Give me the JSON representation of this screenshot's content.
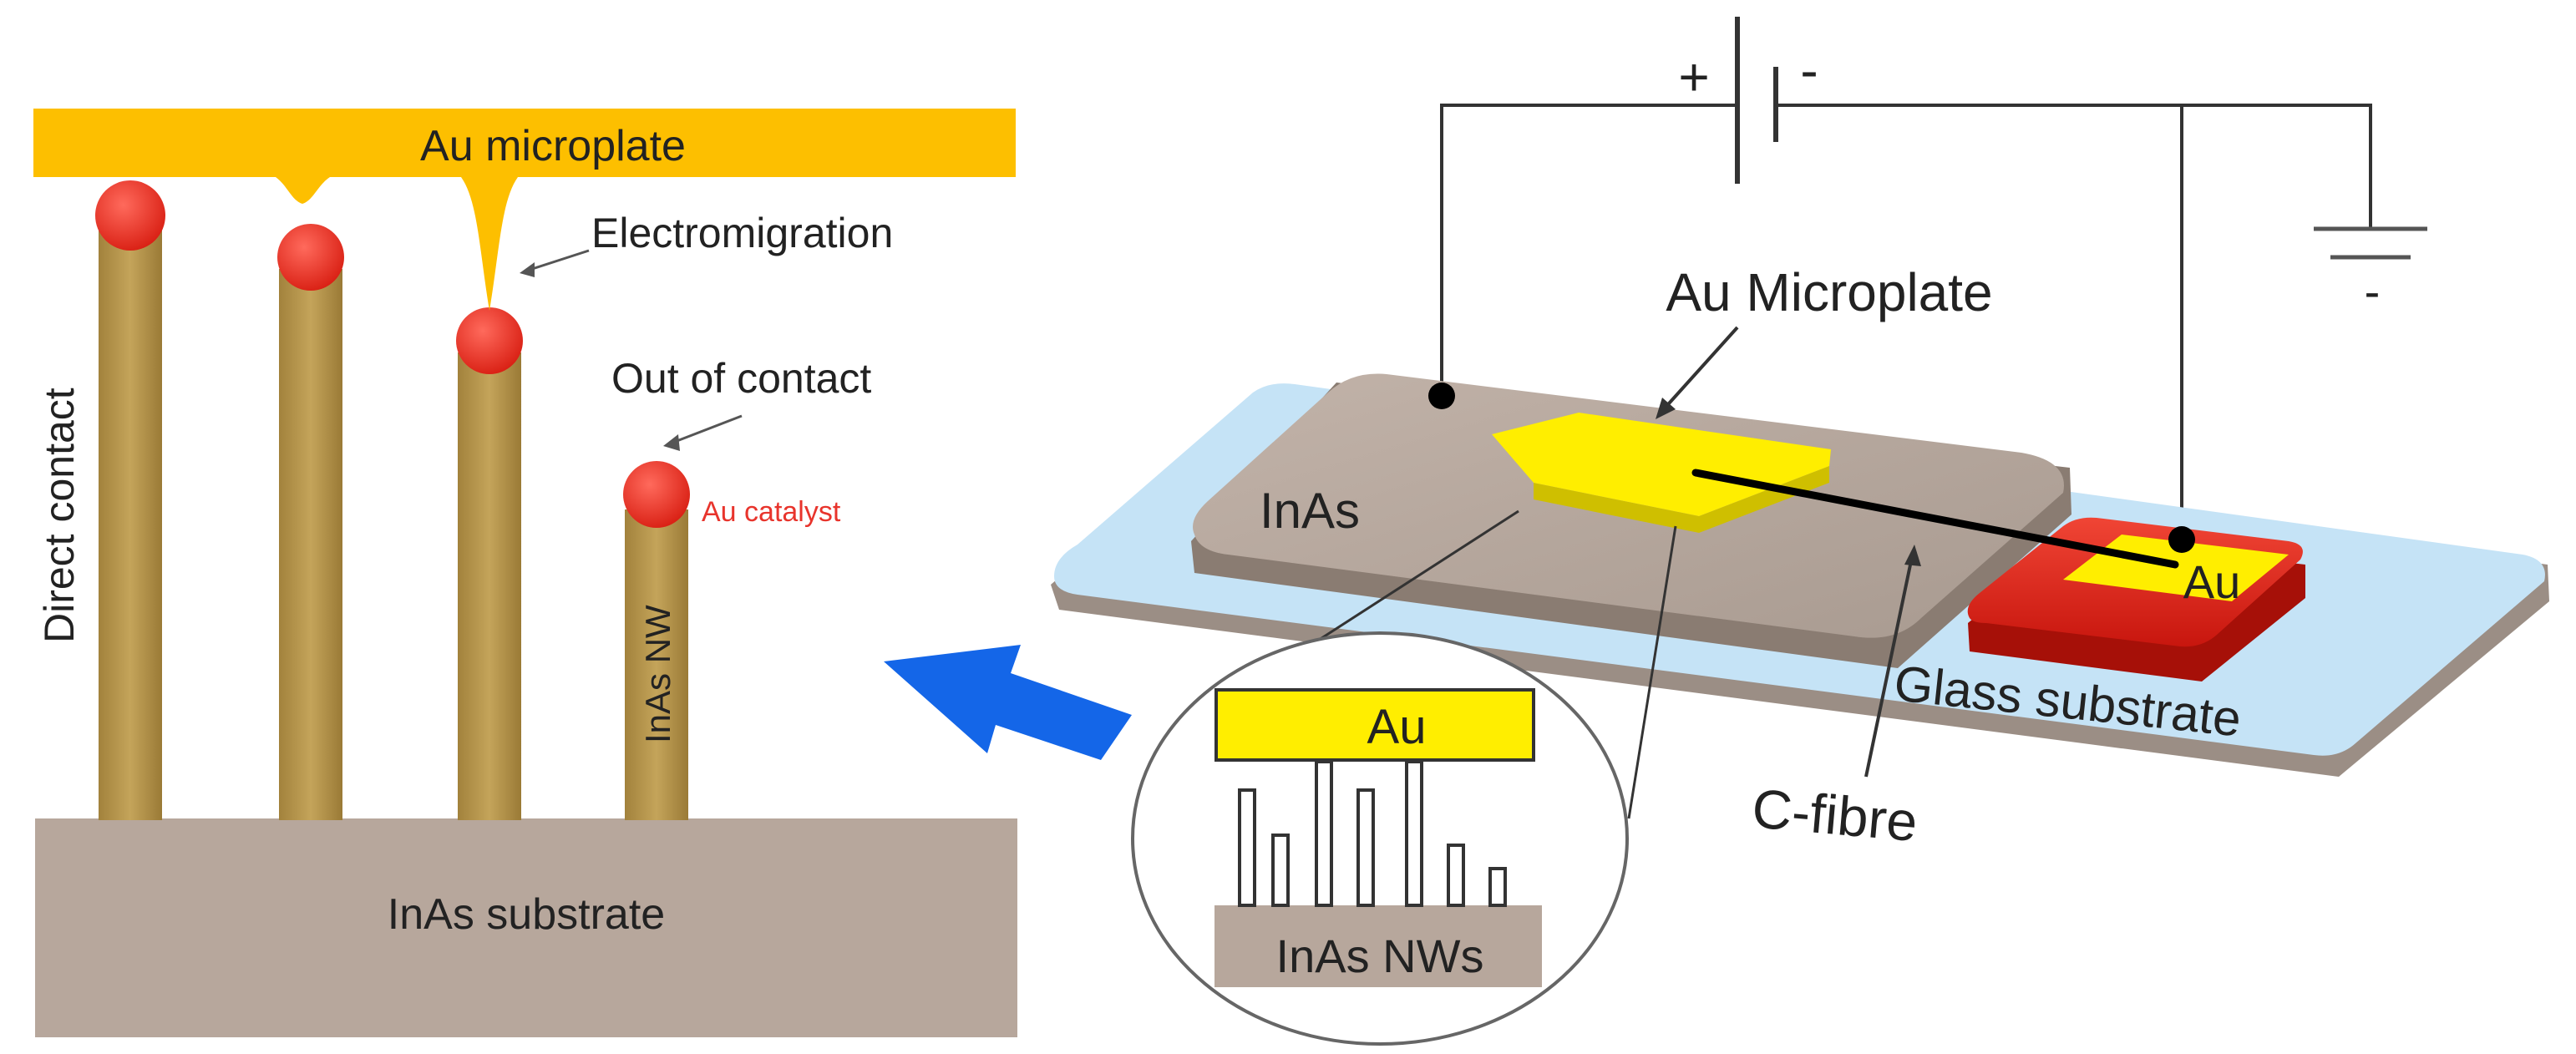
{
  "left_panel": {
    "microplate_label": "Au microplate",
    "electromigration_label": "Electromigration",
    "out_of_contact_label": "Out of contact",
    "catalyst_label": "Au catalyst",
    "direct_contact_label": "Direct contact",
    "nanowire_label": "InAs NW",
    "substrate_label": "InAs substrate"
  },
  "right_panel": {
    "plus_label": "+",
    "minus_label": "-",
    "ground_minus_label": "-",
    "microplate_label": "Au Microplate",
    "inas_label": "InAs",
    "au_pad_label": "Au",
    "glass_label": "Glass substrate",
    "fibre_label": "C-fibre"
  },
  "inset": {
    "au_label": "Au",
    "nws_label": "InAs NWs"
  },
  "colors": {
    "microplate": "#fdbf00",
    "nanowire": "#b8974c",
    "catalyst": "#e8342c",
    "substrate": "#b7a79c",
    "glass": "#c5e3f6",
    "inas_platform": "#b3a59b",
    "au_yellow": "#ffee00",
    "red_pad": "#e3241b",
    "blue_arrow": "#1466e8"
  }
}
